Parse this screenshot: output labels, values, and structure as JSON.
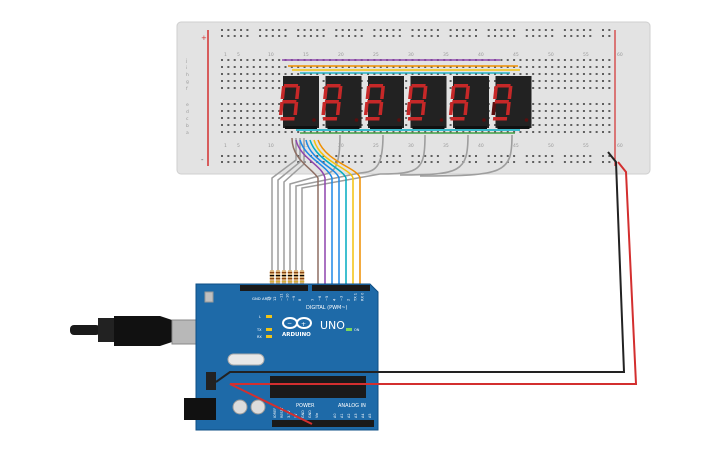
{
  "breadboard": {
    "column_numbers": [
      "1",
      "5",
      "10",
      "15",
      "20",
      "25",
      "30",
      "35",
      "40",
      "45",
      "50",
      "55",
      "60"
    ],
    "row_letters_top": [
      "j",
      "i",
      "h",
      "g",
      "f"
    ],
    "row_letters_bottom": [
      "e",
      "d",
      "c",
      "b",
      "a"
    ],
    "rail_plus": "+",
    "rail_minus": "-"
  },
  "display": {
    "digit_count": 6,
    "shown_digit": "8",
    "last_shown_digit": "9",
    "segment_color": "#c62828",
    "segment_off_color": "#5a0d0d",
    "body_color": "#222222"
  },
  "arduino": {
    "board_color": "#1e6aa8",
    "brand": "ARDUINO",
    "model": "UNO",
    "digital_label": "DIGITAL (PWM~)",
    "power_label": "POWER",
    "analog_label": "ANALOG IN",
    "aref": "AREF",
    "gnd": "GND",
    "pin_numbers": [
      "13",
      "12",
      "~11",
      "~10",
      "~9",
      "8",
      "7",
      "~6",
      "~5",
      "4",
      "~3",
      "2",
      "TX 1",
      "RX 0"
    ],
    "power_pins": [
      "IOREF",
      "RESET",
      "3.3V",
      "5V",
      "GND",
      "GND",
      "Vin"
    ],
    "analog_pins": [
      "A0",
      "A1",
      "A2",
      "A3",
      "A4",
      "A5"
    ],
    "led_labels": [
      "L",
      "TX",
      "RX",
      "ON"
    ]
  },
  "wire_colors": {
    "ground": "#222222",
    "power": "#d32f2f",
    "gray": "#9e9e9e",
    "purple": "#8e44ad",
    "blue": "#1e88e5",
    "green": "#43a047",
    "orange": "#ef8f00",
    "yellow": "#f4c20d",
    "cyan": "#00acc1",
    "brown": "#8d6e63"
  }
}
